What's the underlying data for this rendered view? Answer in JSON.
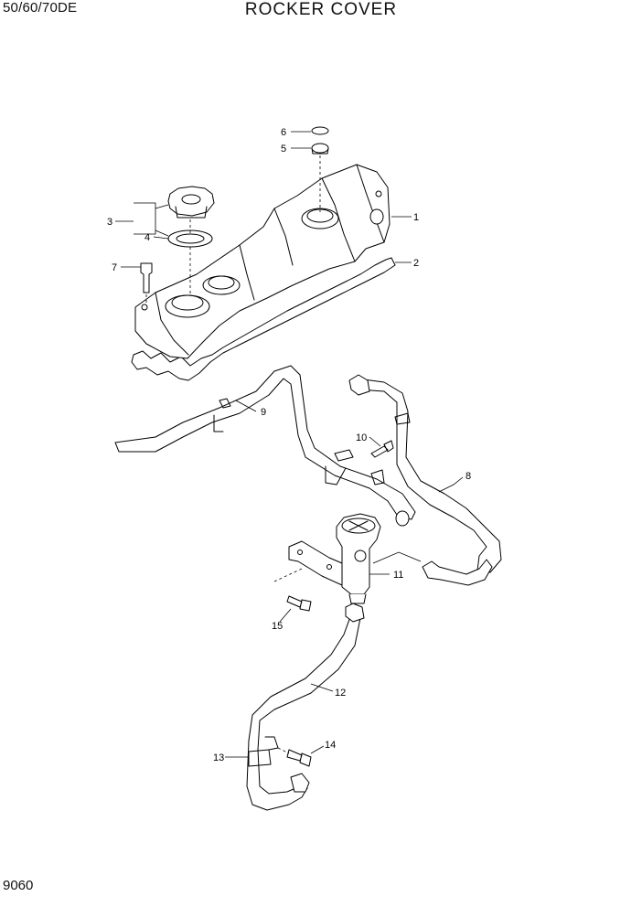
{
  "header": {
    "model": "50/60/70DE",
    "title": "ROCKER COVER"
  },
  "footer": {
    "page_number": "9060"
  },
  "callouts": [
    "1",
    "2",
    "3",
    "4",
    "5",
    "6",
    "7",
    "8",
    "9",
    "10",
    "11",
    "12",
    "13",
    "14",
    "15"
  ]
}
